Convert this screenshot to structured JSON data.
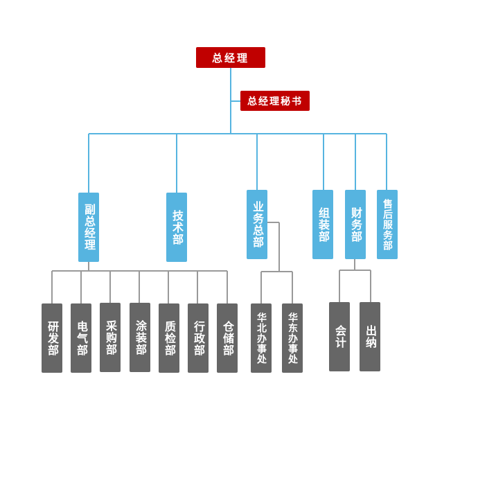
{
  "diagram": {
    "top": {
      "label": "总经理"
    },
    "secretary": {
      "label": "总经理秘书"
    },
    "departments": [
      {
        "id": "vp",
        "label": "副总经理"
      },
      {
        "id": "tech",
        "label": "技术部"
      },
      {
        "id": "biz",
        "label": "业务总部"
      },
      {
        "id": "assembly",
        "label": "组装部"
      },
      {
        "id": "finance",
        "label": "财务部"
      },
      {
        "id": "aftersales",
        "label": "售后服务部"
      }
    ],
    "vp_children": [
      {
        "label": "研发部"
      },
      {
        "label": "电气部"
      },
      {
        "label": "采购部"
      },
      {
        "label": "涂装部"
      },
      {
        "label": "质检部"
      },
      {
        "label": "行政部"
      },
      {
        "label": "仓储部"
      }
    ],
    "biz_children": [
      {
        "label": "华北办事处"
      },
      {
        "label": "华东办事处"
      }
    ],
    "finance_children": [
      {
        "label": "会计"
      },
      {
        "label": "出纳"
      }
    ],
    "colors": {
      "top": "#c00000",
      "department": "#56b4e0",
      "sub_unit": "#666666",
      "connector_upper": "#56b4e0",
      "connector_lower": "#999999"
    }
  }
}
